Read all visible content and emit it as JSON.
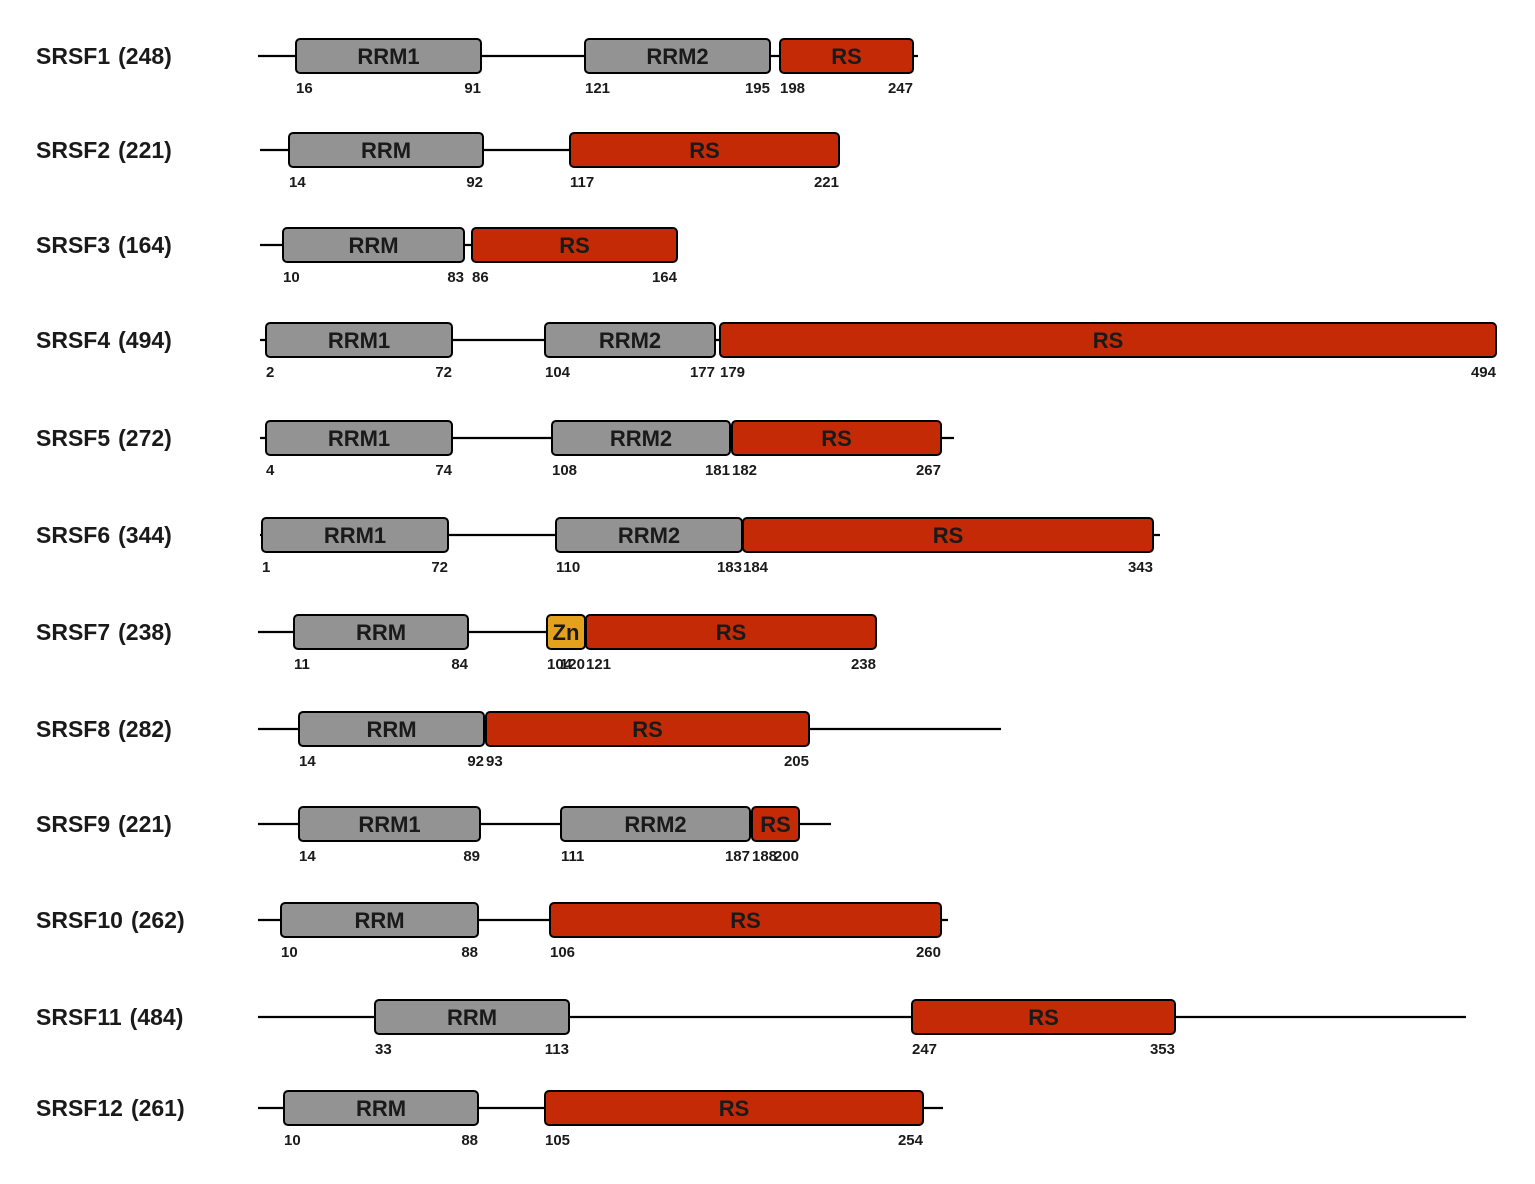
{
  "colors": {
    "RRM": "#939393",
    "RS": "#c32a05",
    "Zn": "#e3a11c",
    "line": "#000000"
  },
  "proteins": [
    {
      "name": "SRSF1",
      "length": "(248)",
      "domains": [
        {
          "type": "RRM",
          "label": "RRM1",
          "start": 16,
          "end": 91
        },
        {
          "type": "RRM",
          "label": "RRM2",
          "start": 121,
          "end": 195
        },
        {
          "type": "RS",
          "label": "RS",
          "start": 198,
          "end": 247
        }
      ]
    },
    {
      "name": "SRSF2",
      "length": "(221)",
      "domains": [
        {
          "type": "RRM",
          "label": "RRM",
          "start": 14,
          "end": 92
        },
        {
          "type": "RS",
          "label": "RS",
          "start": 117,
          "end": 221
        }
      ]
    },
    {
      "name": "SRSF3",
      "length": "(164)",
      "domains": [
        {
          "type": "RRM",
          "label": "RRM",
          "start": 10,
          "end": 83
        },
        {
          "type": "RS",
          "label": "RS",
          "start": 86,
          "end": 164
        }
      ]
    },
    {
      "name": "SRSF4",
      "length": "(494)",
      "domains": [
        {
          "type": "RRM",
          "label": "RRM1",
          "start": 2,
          "end": 72
        },
        {
          "type": "RRM",
          "label": "RRM2",
          "start": 104,
          "end": 177
        },
        {
          "type": "RS",
          "label": "RS",
          "start": 179,
          "end": 494
        }
      ]
    },
    {
      "name": "SRSF5",
      "length": "(272)",
      "domains": [
        {
          "type": "RRM",
          "label": "RRM1",
          "start": 4,
          "end": 74
        },
        {
          "type": "RRM",
          "label": "RRM2",
          "start": 108,
          "end": 181
        },
        {
          "type": "RS",
          "label": "RS",
          "start": 182,
          "end": 267
        }
      ]
    },
    {
      "name": "SRSF6",
      "length": "(344)",
      "domains": [
        {
          "type": "RRM",
          "label": "RRM1",
          "start": 1,
          "end": 72
        },
        {
          "type": "RRM",
          "label": "RRM2",
          "start": 110,
          "end": 183
        },
        {
          "type": "RS",
          "label": "RS",
          "start": 184,
          "end": 343
        }
      ]
    },
    {
      "name": "SRSF7",
      "length": "(238)",
      "domains": [
        {
          "type": "RRM",
          "label": "RRM",
          "start": 11,
          "end": 84
        },
        {
          "type": "Zn",
          "label": "Zn",
          "start": 104,
          "end": 120
        },
        {
          "type": "RS",
          "label": "RS",
          "start": 121,
          "end": 238
        }
      ]
    },
    {
      "name": "SRSF8",
      "length": "(282)",
      "domains": [
        {
          "type": "RRM",
          "label": "RRM",
          "start": 14,
          "end": 92
        },
        {
          "type": "RS",
          "label": "RS",
          "start": 93,
          "end": 205
        }
      ]
    },
    {
      "name": "SRSF9",
      "length": "(221)",
      "domains": [
        {
          "type": "RRM",
          "label": "RRM1",
          "start": 14,
          "end": 89
        },
        {
          "type": "RRM",
          "label": "RRM2",
          "start": 111,
          "end": 187
        },
        {
          "type": "RS",
          "label": "RS",
          "start": 188,
          "end": 200
        }
      ]
    },
    {
      "name": "SRSF10",
      "length": "(262)",
      "domains": [
        {
          "type": "RRM",
          "label": "RRM",
          "start": 10,
          "end": 88
        },
        {
          "type": "RS",
          "label": "RS",
          "start": 106,
          "end": 260
        }
      ]
    },
    {
      "name": "SRSF11",
      "length": "(484)",
      "domains": [
        {
          "type": "RRM",
          "label": "RRM",
          "start": 33,
          "end": 113
        },
        {
          "type": "RS",
          "label": "RS",
          "start": 247,
          "end": 353
        }
      ]
    },
    {
      "name": "SRSF12",
      "length": "(261)",
      "domains": [
        {
          "type": "RRM",
          "label": "RRM",
          "start": 10,
          "end": 88
        },
        {
          "type": "RS",
          "label": "RS",
          "start": 105,
          "end": 254
        }
      ]
    }
  ]
}
